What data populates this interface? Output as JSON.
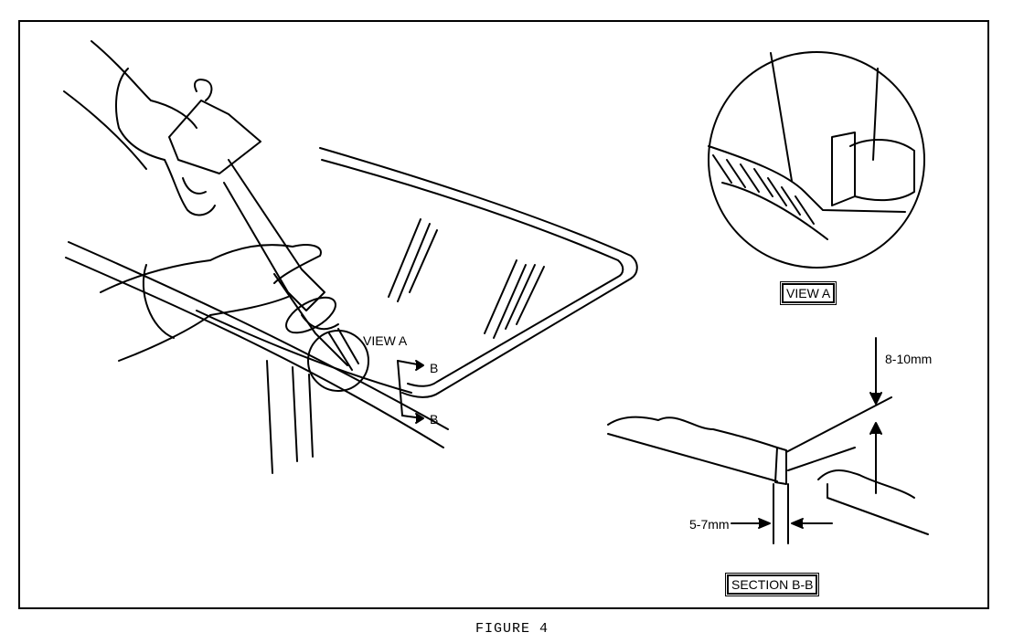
{
  "labels": {
    "view_a_callout": "VIEW A",
    "b_top": "B",
    "b_bottom": "B",
    "view_a_title": "VIEW A",
    "dim_height": "8-10mm",
    "dim_width": "5-7mm",
    "section_title": "SECTION B-B"
  },
  "caption": "FIGURE 4"
}
